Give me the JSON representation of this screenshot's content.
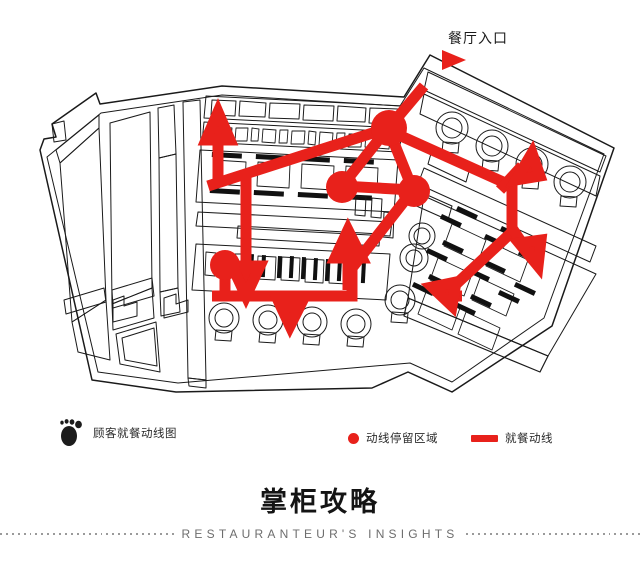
{
  "plan": {
    "entrance": {
      "label": "餐厅入口",
      "marker_icon": "triangle-right-marker",
      "marker_color": "#E8211B"
    },
    "route_color": "#E8211B",
    "outline_color": "#1a1a1a",
    "title_alt": "顾客就餐动线图"
  },
  "legend": {
    "left": {
      "icon": "footprint-icon",
      "label": "顾客就餐动线图"
    },
    "items": [
      {
        "icon": "dot-swatch",
        "label": "动线停留区域",
        "color": "#E8211B"
      },
      {
        "icon": "bar-swatch",
        "label": "就餐动线",
        "color": "#E8211B"
      }
    ]
  },
  "footer": {
    "title_cn": "掌柜攻略",
    "subtitle_en": "RESTAURANTEUR'S  INSIGHTS",
    "rule_icon": "dotted-rule"
  }
}
